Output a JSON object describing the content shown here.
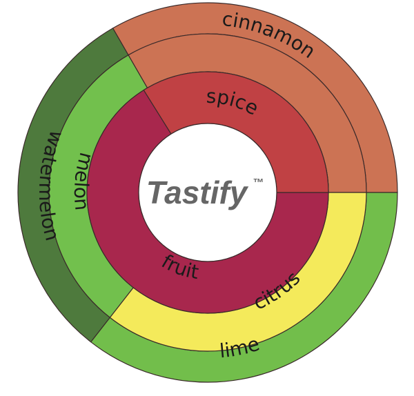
{
  "center": {
    "title": "Tastify",
    "trademark": "™"
  },
  "colors": {
    "fruit": "#a8274d",
    "spice": "#c04144",
    "cinnamon": "#cc7354",
    "melon": "#72c04d",
    "watermelon": "#4e7a3d",
    "citrus": "#f4ea5b",
    "lime": "#72be4b"
  },
  "rings": {
    "inner": [
      {
        "id": "fruit",
        "label": "fruit",
        "start": -138,
        "end": 58,
        "color": "fruit"
      },
      {
        "id": "spice",
        "label": "spice",
        "start": 58,
        "end": 138,
        "color": "spice"
      }
    ],
    "middle": [
      {
        "id": "melon",
        "label": "melon",
        "start": -132,
        "end": -31,
        "color": "melon"
      },
      {
        "id": "citrus",
        "label": "citrus",
        "start": -31,
        "end": 90,
        "color": "citrus"
      },
      {
        "id": "spice-outer",
        "label": "",
        "start": 58,
        "end": 90,
        "color": "spice"
      },
      {
        "id": "fruit-outer",
        "label": "",
        "start": -132,
        "end": -138,
        "color": "fruit"
      }
    ],
    "outer": [
      {
        "id": "watermelon",
        "label": "watermelon",
        "start": -132,
        "end": -31,
        "color": "watermelon"
      },
      {
        "id": "lime",
        "label": "lime",
        "start": -31,
        "end": 90,
        "color": "lime"
      },
      {
        "id": "cinnamon",
        "label": "cinnamon",
        "start": 90,
        "end": 210,
        "color": "cinnamon"
      }
    ]
  },
  "labels": {
    "cinnamon": "cinnamon",
    "spice": "spice",
    "melon": "melon",
    "watermelon": "watermelon",
    "fruit": "fruit",
    "citrus": "citrus",
    "lime": "lime"
  }
}
